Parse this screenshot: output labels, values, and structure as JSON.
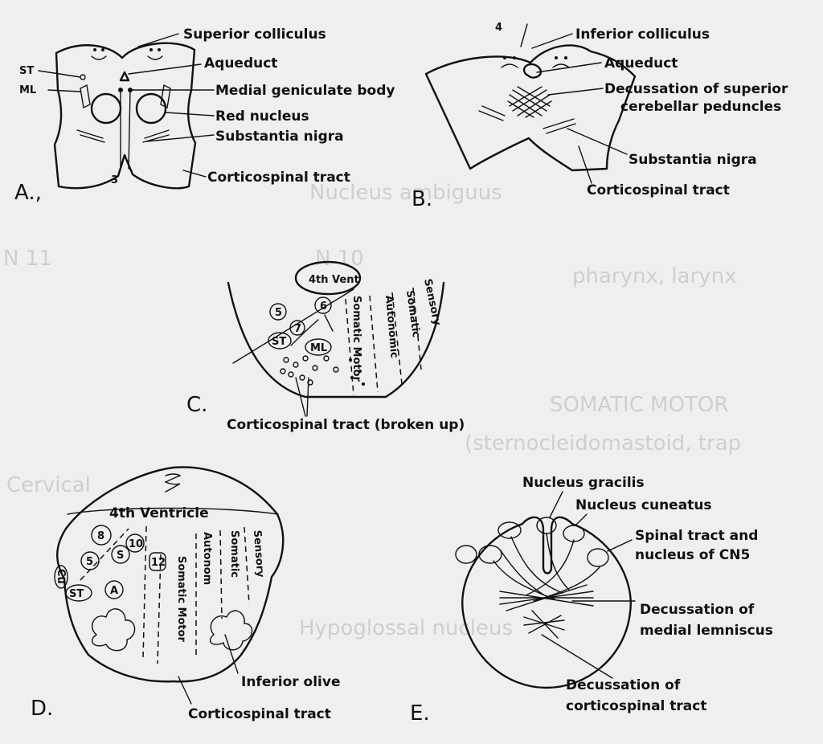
{
  "background_color": "#efefef",
  "ink_color": "#111111",
  "panel_a": {
    "letter": "A.,",
    "superior_colliculus": "Superior colliculus",
    "aqueduct": "Aqueduct",
    "medial_geniculate_body": "Medial geniculate body",
    "red_nucleus": "Red nucleus",
    "substantia_nigra": "Substantia nigra",
    "corticospinal_tract": "Corticospinal tract",
    "st": "ST",
    "ml": "ML",
    "cn3": "3"
  },
  "panel_b": {
    "letter": "B.",
    "cn4": "4",
    "inferior_colliculus": "Inferior colliculus",
    "aqueduct": "Aqueduct",
    "decussation_line1": "Decussation of superior",
    "decussation_line2": "cerebellar peduncles",
    "substantia_nigra": "Substantia nigra",
    "corticospinal_tract": "Corticospinal tract"
  },
  "panel_c": {
    "letter": "C.",
    "ventricle": "4th Vent",
    "n5": "5",
    "n6": "6",
    "n7": "7",
    "st": "ST",
    "ml": "ML",
    "somatic_motor": "Somatic Motor",
    "autonomic": "Autonomic",
    "somatic": "Somatic",
    "sensory": "Sensory",
    "corticospinal_caption": "Corticospinal tract (broken up)"
  },
  "panel_d": {
    "letter": "D.",
    "ventricle": "4th Ventricle",
    "n8": "8",
    "n10": "10",
    "n12": "12",
    "n5": "5",
    "s": "S",
    "a": "A",
    "st": "ST",
    "cu": "Cu",
    "somatic_motor": "Somatic Motor",
    "autonom": "Autonom",
    "somatic": "Somatic",
    "sensory": "Sensory",
    "inferior_olive": "Inferior olive",
    "corticospinal_tract": "Corticospinal tract"
  },
  "panel_e": {
    "letter": "E.",
    "nucleus_gracilis": "Nucleus gracilis",
    "nucleus_cuneatus": "Nucleus cuneatus",
    "spinal_tract_line1": "Spinal tract and",
    "spinal_tract_line2": "nucleus of CN5",
    "decussation_ml_line1": "Decussation of",
    "decussation_ml_line2": "medial lemniscus",
    "decussation_cst_line1": "Decussation of",
    "decussation_cst_line2": "corticospinal tract"
  },
  "bleed_through": {
    "nucleus_ambiguus": "Nucleus ambiguus",
    "cn11": "N 11",
    "cn10": "N 10",
    "pharynx_larynx": "pharynx, larynx",
    "somatic_motor": "SOMATIC MOTOR",
    "sternocleidomastoid": "(sternocleidomastoid, trap",
    "cervical": "Cervical",
    "hypoglossal_nucleus": "Hypoglossal nucleus"
  }
}
